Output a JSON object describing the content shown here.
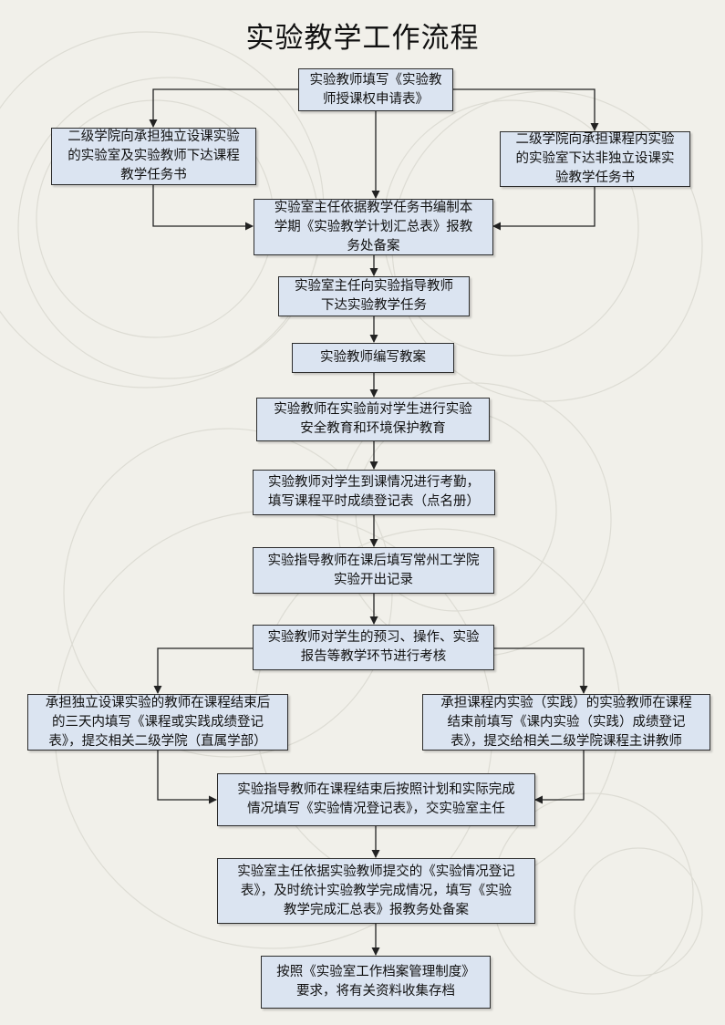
{
  "title": "实验教学工作流程",
  "steps": [
    "实验教师填写《实验教\n师授课权申请表》",
    "二级学院向承担独立设课实验\n的实验室及实验教师下达课程\n教学任务书",
    "二级学院向承担课程内实验\n的实验室下达非独立设课实\n验教学任务书",
    "实验室主任依据教学任务书编制本\n学期《实验教学计划汇总表》报教\n务处备案",
    "实验室主任向实验指导教师\n下达实验教学任务",
    "实验教师编写教案",
    "实验教师在实验前对学生进行实验\n安全教育和环境保护教育",
    "实验教师对学生到课情况进行考勤，\n填写课程平时成绩登记表（点名册）",
    "实验指导教师在课后填写常州工学院\n实验开出记录",
    "实验教师对学生的预习、操作、实验\n报告等教学环节进行考核",
    "承担独立设课实验的教师在课程结束后\n的三天内填写《课程或实践成绩登记\n表》，提交相关二级学院（直属学部）",
    "承担课程内实验（实践）的实验教师在课程\n结束前填写《课内实验（实践）成绩登记\n表》，提交给相关二级学院课程主讲教师",
    "实验指导教师在课程结束后按照计划和实际完成\n情况填写《实验情况登记表》，交实验室主任",
    "实验室主任依据实验教师提交的《实验情况登记\n表》，及时统计实验教学完成情况，填写《实验\n教学完成汇总表》报教务处备案",
    "按照《实验室工作档案管理制度》\n要求，将有关资料收集存档"
  ],
  "colors": {
    "box_fill": "#dbe4f1",
    "box_border": "#2c2c2c",
    "arrow": "#222222",
    "background": "#f1f0ea"
  }
}
